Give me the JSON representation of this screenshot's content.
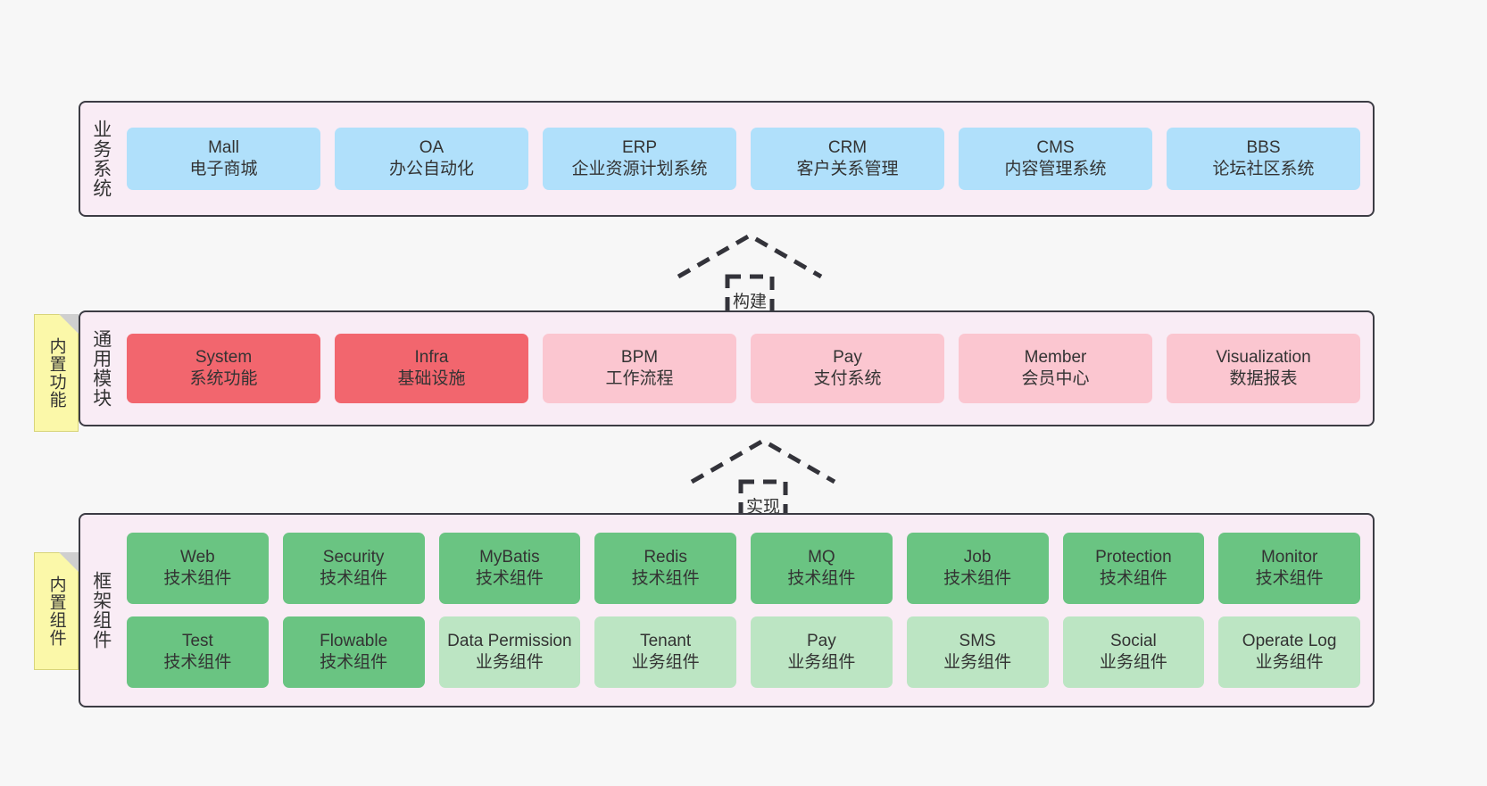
{
  "notes": {
    "builtin_function": "内置功能",
    "builtin_component": "内置组件"
  },
  "arrows": {
    "build": "构建",
    "realize": "实现"
  },
  "colors": {
    "blue": "#b0e0fb",
    "red": "#f2666e",
    "pink": "#fbc6d0",
    "green": "#6ac482",
    "light_green": "#bce5c3",
    "layer_bg": "#f9ecf5",
    "layer_border": "#3c3c44",
    "note_bg": "#fbf8a9",
    "page_bg": "#f7f7f7"
  },
  "layers": [
    {
      "id": "business",
      "title": "业务系统",
      "rows": [
        [
          {
            "name": "Mall",
            "desc": "电子商城",
            "color": "blue"
          },
          {
            "name": "OA",
            "desc": "办公自动化",
            "color": "blue"
          },
          {
            "name": "ERP",
            "desc": "企业资源计划系统",
            "color": "blue"
          },
          {
            "name": "CRM",
            "desc": "客户关系管理",
            "color": "blue"
          },
          {
            "name": "CMS",
            "desc": "内容管理系统",
            "color": "blue"
          },
          {
            "name": "BBS",
            "desc": "论坛社区系统",
            "color": "blue"
          }
        ]
      ]
    },
    {
      "id": "common",
      "title": "通用模块",
      "rows": [
        [
          {
            "name": "System",
            "desc": "系统功能",
            "color": "red"
          },
          {
            "name": "Infra",
            "desc": "基础设施",
            "color": "red"
          },
          {
            "name": "BPM",
            "desc": "工作流程",
            "color": "pink"
          },
          {
            "name": "Pay",
            "desc": "支付系统",
            "color": "pink"
          },
          {
            "name": "Member",
            "desc": "会员中心",
            "color": "pink"
          },
          {
            "name": "Visualization",
            "desc": "数据报表",
            "color": "pink"
          }
        ]
      ]
    },
    {
      "id": "framework",
      "title": "框架组件",
      "rows": [
        [
          {
            "name": "Web",
            "desc": "技术组件",
            "color": "green"
          },
          {
            "name": "Security",
            "desc": "技术组件",
            "color": "green"
          },
          {
            "name": "MyBatis",
            "desc": "技术组件",
            "color": "green"
          },
          {
            "name": "Redis",
            "desc": "技术组件",
            "color": "green"
          },
          {
            "name": "MQ",
            "desc": "技术组件",
            "color": "green"
          },
          {
            "name": "Job",
            "desc": "技术组件",
            "color": "green"
          },
          {
            "name": "Protection",
            "desc": "技术组件",
            "color": "green"
          },
          {
            "name": "Monitor",
            "desc": "技术组件",
            "color": "green"
          }
        ],
        [
          {
            "name": "Test",
            "desc": "技术组件",
            "color": "green"
          },
          {
            "name": "Flowable",
            "desc": "技术组件",
            "color": "green"
          },
          {
            "name": "Data Permission",
            "desc": "业务组件",
            "color": "light_green"
          },
          {
            "name": "Tenant",
            "desc": "业务组件",
            "color": "light_green"
          },
          {
            "name": "Pay",
            "desc": "业务组件",
            "color": "light_green"
          },
          {
            "name": "SMS",
            "desc": "业务组件",
            "color": "light_green"
          },
          {
            "name": "Social",
            "desc": "业务组件",
            "color": "light_green"
          },
          {
            "name": "Operate Log",
            "desc": "业务组件",
            "color": "light_green"
          }
        ]
      ]
    }
  ]
}
